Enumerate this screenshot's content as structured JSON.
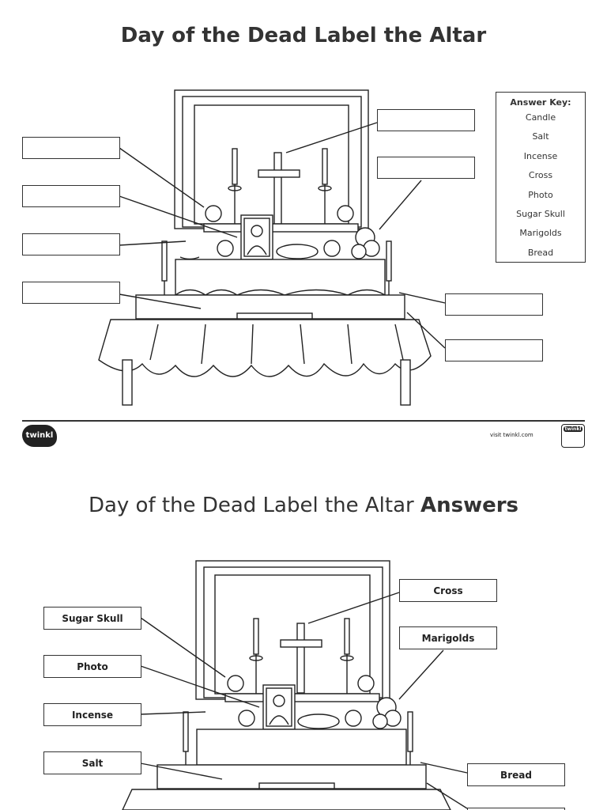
{
  "worksheet": {
    "title": "Day of the Dead Label the Altar",
    "answer_key": {
      "heading": "Answer Key:",
      "items": [
        "Candle",
        "Salt",
        "Incense",
        "Cross",
        "Photo",
        "Sugar Skull",
        "Marigolds",
        "Bread"
      ]
    }
  },
  "footer": {
    "logo_text": "twinkl",
    "visit_text": "visit twinkl.com",
    "badge_text": "twinkl"
  },
  "answers": {
    "title_prefix": "Day of the Dead Label the Altar",
    "title_bold": "Answers",
    "labels": {
      "sugar_skull": "Sugar Skull",
      "photo": "Photo",
      "incense": "Incense",
      "salt": "Salt",
      "cross": "Cross",
      "marigolds": "Marigolds",
      "bread": "Bread"
    }
  }
}
